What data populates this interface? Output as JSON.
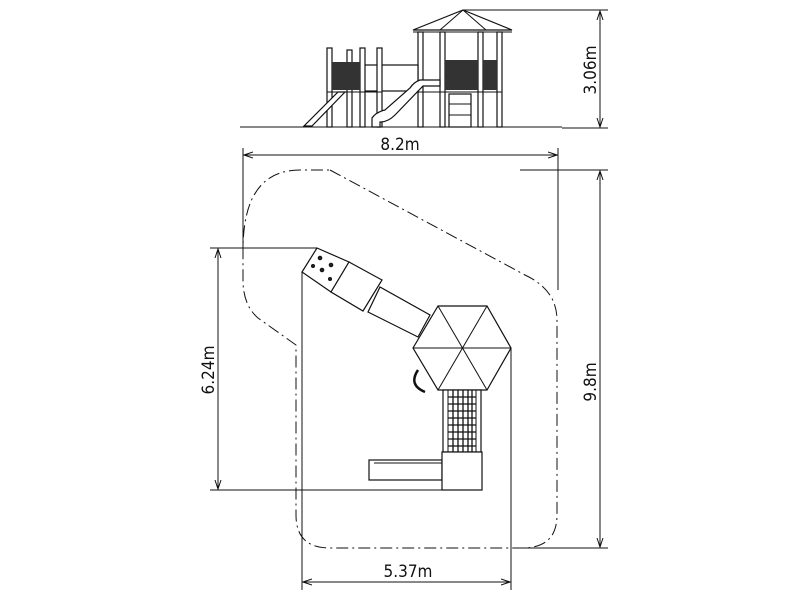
{
  "title": "Playground structure plan and elevation",
  "dimensions": {
    "height": "3.06m",
    "overall_width": "8.2m",
    "overall_depth": "9.8m",
    "structure_depth": "6.24m",
    "structure_width": "5.37m"
  },
  "colors": {
    "line": "#111111",
    "background": "#ffffff"
  }
}
